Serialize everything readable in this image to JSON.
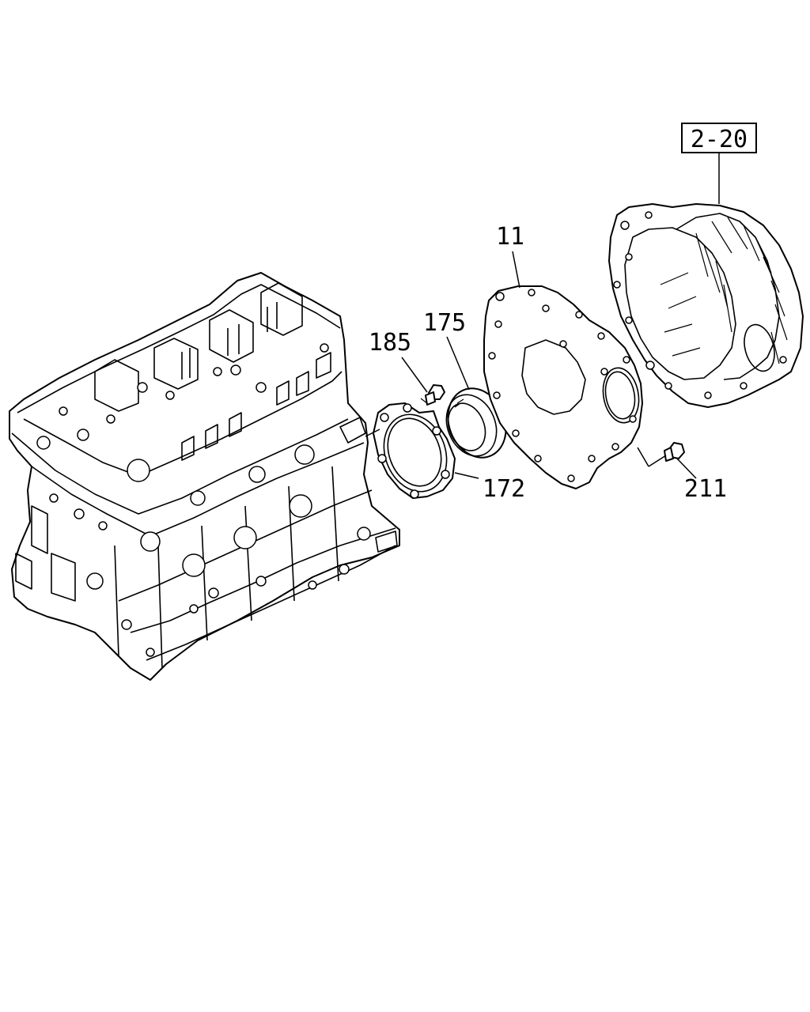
{
  "diagram": {
    "reference": "2-20",
    "callouts": {
      "c11": "11",
      "c175": "175",
      "c185": "185",
      "c172": "172",
      "c211": "211"
    }
  }
}
